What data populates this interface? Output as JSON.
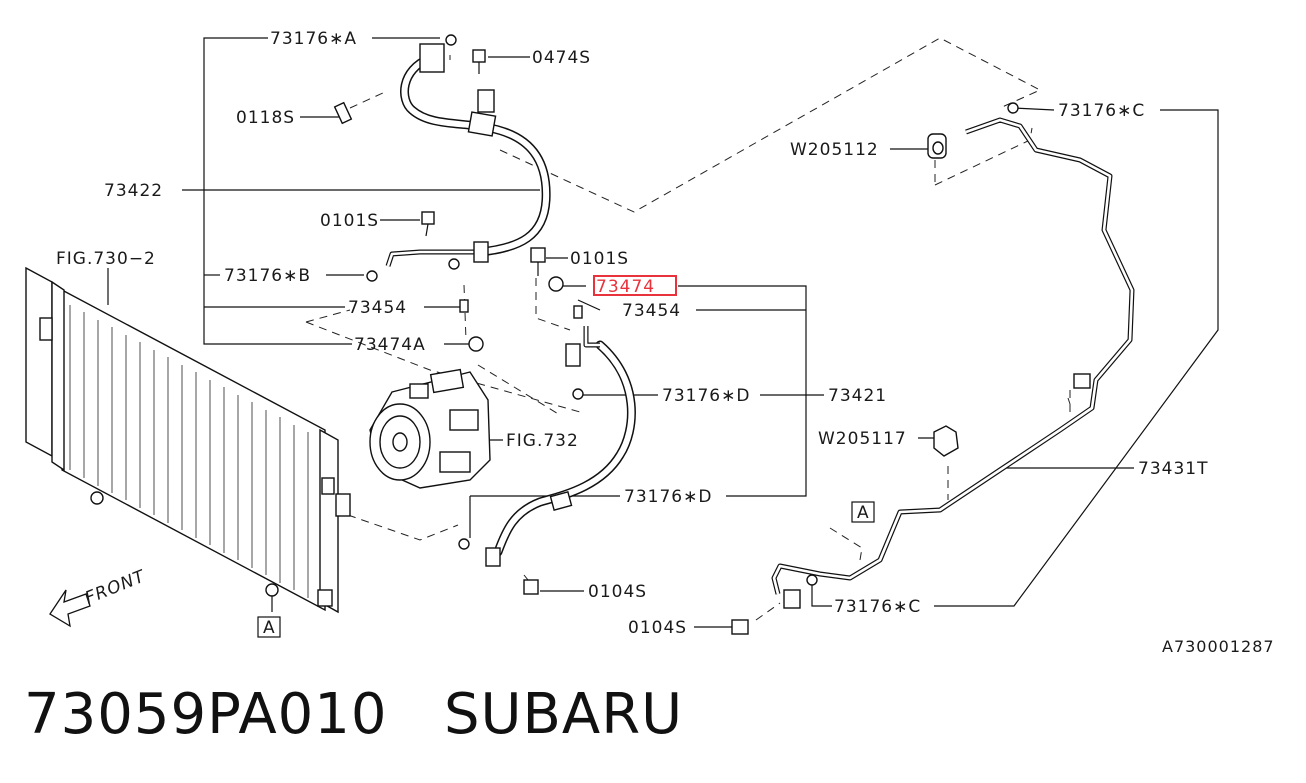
{
  "labels": {
    "l73176A": "73176∗A",
    "l0474S": "0474S",
    "l0118S": "0118S",
    "l73422": "73422",
    "l0101S_a": "0101S",
    "lFIG7302": "FIG.730−2",
    "l73176B": "73176∗B",
    "l73454_a": "73454",
    "l73474A": "73474A",
    "l0101S_b": "0101S",
    "l73474": "73474",
    "l73454_b": "73454",
    "l73176D_a": "73176∗D",
    "l73421": "73421",
    "lFIG732": "FIG.732",
    "l73176D_b": "73176∗D",
    "l0104S_a": "0104S",
    "l73176C_top": "73176∗C",
    "lW205112": "W205112",
    "lW205117": "W205117",
    "l73431T": "73431T",
    "l0104S_b": "0104S",
    "l73176C_bot": "73176∗C",
    "marker_a1": "A",
    "marker_a2": "A",
    "front": "FRONT",
    "drawing_code": "A730001287"
  },
  "highlight": {
    "target": "73474",
    "color": "#e8323c"
  },
  "caption": {
    "part_number": "73059PA010",
    "brand": "SUBARU"
  }
}
